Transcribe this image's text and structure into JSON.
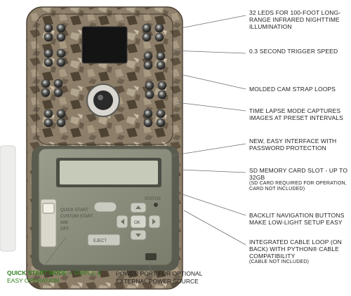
{
  "camera": {
    "status_label": "STATUS",
    "eject_label": "EJECT",
    "ok_label": "OK",
    "mode_options": [
      "QUICK START",
      "CUSTOM START",
      "AIM",
      "OFF"
    ]
  },
  "callouts": [
    {
      "main": "32 LEDs for 100-foot long-range infrared nighttime illumination",
      "sub": ""
    },
    {
      "main": "0.3 second trigger speed",
      "sub": ""
    },
    {
      "main": "Molded cam strap loops",
      "sub": ""
    },
    {
      "main": "Time lapse mode captures images at preset intervals",
      "sub": ""
    },
    {
      "main": "New, easy interface with password protection",
      "sub": ""
    },
    {
      "main": "SD memory card slot - up to 32GB",
      "sub": "(SD card required for operation, card not included)"
    },
    {
      "main": "Backlit navigation buttons make low-light setup easy",
      "sub": ""
    },
    {
      "main": "Integrated cable loop (on back) with Python® cable compatibility",
      "sub": "(Cable not included)"
    }
  ],
  "bottom": {
    "quick_start_key": "Quick Start Mode",
    "quick_start_rest": " = simple & easy operation",
    "power_port": "Power port for optional external power source"
  },
  "colors": {
    "quick_start_green": "#2f7d1d",
    "body_green": "#8a8d7c",
    "camo_brown": "#7a6a55",
    "callout_line": "#6f6f6f"
  }
}
